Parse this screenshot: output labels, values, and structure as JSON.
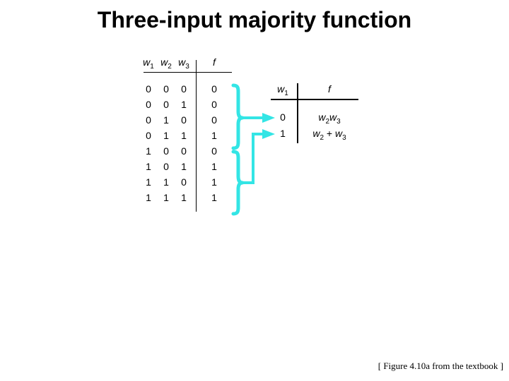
{
  "slide": {
    "title": "Three-input majority function",
    "background_color": "#ffffff",
    "text_color": "#000000",
    "accent_color": "#33E5E5"
  },
  "truth_table": {
    "name": "three-input-majority-truth-table",
    "headers": {
      "w1": "w",
      "w1_sub": "1",
      "w2": "w",
      "w2_sub": "2",
      "w3": "w",
      "w3_sub": "3",
      "f": "f"
    },
    "rows": [
      {
        "w1": "0",
        "w2": "0",
        "w3": "0",
        "f": "0"
      },
      {
        "w1": "0",
        "w2": "0",
        "w3": "1",
        "f": "0"
      },
      {
        "w1": "0",
        "w2": "1",
        "w3": "0",
        "f": "0"
      },
      {
        "w1": "0",
        "w2": "1",
        "w3": "1",
        "f": "1"
      },
      {
        "w1": "1",
        "w2": "0",
        "w3": "0",
        "f": "0"
      },
      {
        "w1": "1",
        "w2": "0",
        "w3": "1",
        "f": "1"
      },
      {
        "w1": "1",
        "w2": "1",
        "w3": "0",
        "f": "1"
      },
      {
        "w1": "1",
        "w2": "1",
        "w3": "1",
        "f": "1"
      }
    ]
  },
  "derived_table": {
    "name": "shannon-expansion-table",
    "headers": {
      "w1": "w",
      "w1_sub": "1",
      "f": "f"
    },
    "rows": [
      {
        "w1": "0",
        "f_var1": "w",
        "f_sub1": "2",
        "f_op": "",
        "f_var2": "w",
        "f_sub2": "3"
      },
      {
        "w1": "1",
        "f_var1": "w",
        "f_sub1": "2",
        "f_op": " + ",
        "f_var2": "w",
        "f_sub2": "3"
      }
    ],
    "row_expressions": [
      "w2w3",
      "w2 + w3"
    ]
  },
  "connectors": {
    "brace_top_label": "rows-0-to-3-brace",
    "brace_bottom_label": "rows-4-to-7-brace",
    "arrow_top_label": "arrow-to-w1-equals-0",
    "arrow_bottom_label": "arrow-to-w1-equals-1",
    "color": "#33E5E5"
  },
  "footer": {
    "credit": "[ Figure 4.10a from the textbook ]"
  }
}
